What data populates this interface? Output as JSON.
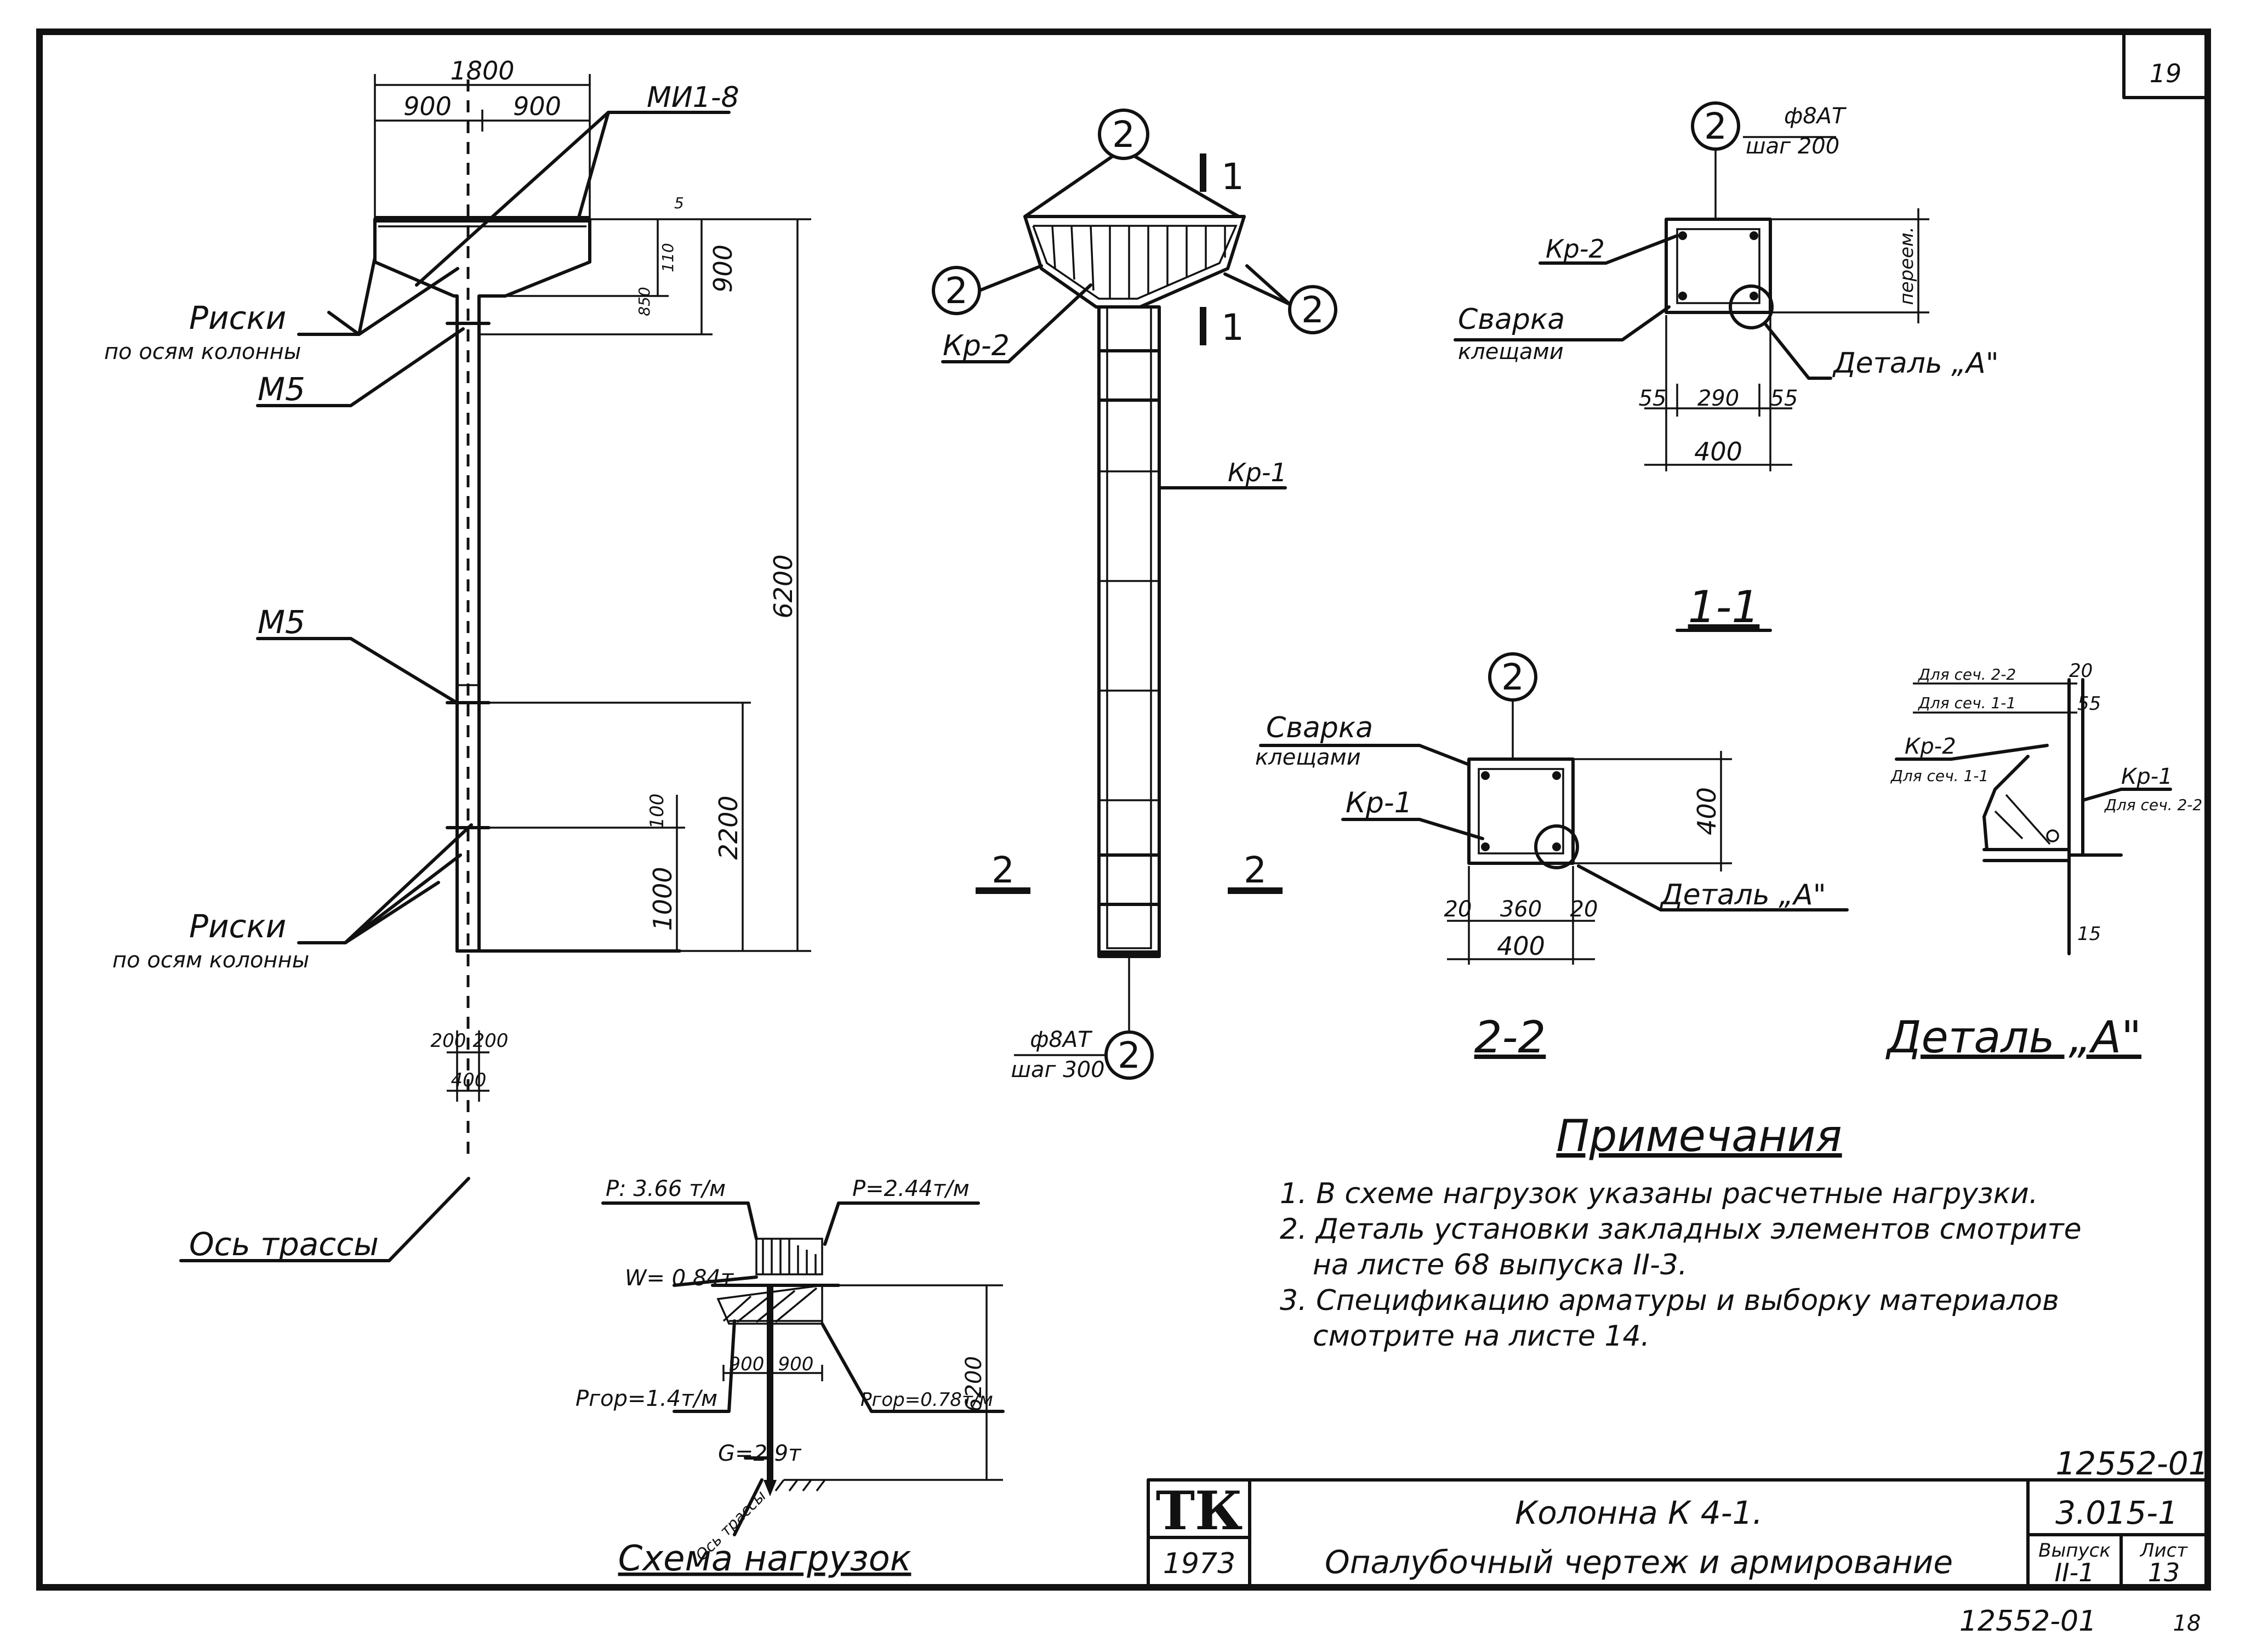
{
  "sheet_number": "19",
  "elevation": {
    "dim_total_width": "1800",
    "dim_half_left": "900",
    "dim_half_right": "900",
    "dim_top_5": "5",
    "dim_110": "110",
    "dim_850": "850",
    "dim_head_height": "900",
    "dim_column_height": "6200",
    "dim_2200": "2200",
    "dim_100": "100",
    "dim_1000": "1000",
    "dim_200_left": "200",
    "dim_200_right": "200",
    "dim_width_400": "400",
    "label_mi18": "МИ1-8",
    "label_riski_top": "Риски",
    "label_riski_top_sub": "по осям колонны",
    "label_m5_top": "М5",
    "label_m5_mid": "М5",
    "label_riski_bottom": "Риски",
    "label_riski_bottom_sub": "по осям колонны",
    "label_os_trassy": "Ось трассы"
  },
  "reinforcement": {
    "marker": "2",
    "section_mark": "1",
    "label_kr2": "Кр-2",
    "label_kr1": "Кр-1",
    "cut_2_left": "2",
    "cut_2_right": "2",
    "bottom_bar": "ф8АТ",
    "bottom_step": "шаг 300"
  },
  "section_11": {
    "title": "1-1",
    "marker": "2",
    "bar": "ф8АТ",
    "step": "шаг 200",
    "label_kr2": "Кр-2",
    "label_svarka": "Сварка",
    "label_kleshchami": "клещами",
    "label_detail": "Деталь „А\"",
    "label_side": "переем.",
    "dim_55_left": "55",
    "dim_290": "290",
    "dim_55_right": "55",
    "dim_400": "400"
  },
  "section_22": {
    "title": "2-2",
    "marker": "2",
    "label_svarka": "Сварка",
    "label_kleshchami": "клещами",
    "label_kr1": "Кр-1",
    "label_detail": "Деталь „А\"",
    "dim_height_400": "400",
    "dim_20_left": "20",
    "dim_360": "360",
    "dim_20_right": "20",
    "dim_400": "400"
  },
  "detail_a": {
    "title": "Деталь „А\"",
    "label_sech22": "Для сеч. 2-2",
    "label_sech11": "Для сеч. 1-1",
    "dim_20": "20",
    "dim_55": "55",
    "label_kr2": "Кр-2",
    "label_kr2_sub": "Для сеч. 1-1",
    "label_kr1": "Кр-1",
    "label_kr1_sub": "Для сеч. 2-2",
    "dim_15": "15"
  },
  "load_scheme": {
    "title": "Схема нагрузок",
    "p_left": "Р: 3.66 т/м",
    "p_right": "Р=2.44т/м",
    "w": "W= 0.84т",
    "pgor_left": "Ргор=1.4т/м",
    "pgor_right": "Ргор=0.78т/м",
    "dim_900_left": "900",
    "dim_900_right": "900",
    "dim_height": "6200",
    "g": "G=2.9т",
    "axis": "Ось трассы"
  },
  "notes": {
    "title": "Примечания",
    "lines": [
      "1. В схеме нагрузок указаны расчетные нагрузки.",
      "2. Деталь установки закладных элементов смотрите",
      "на листе 68 выпуска II-3.",
      "3. Спецификацию арматуры и выборку материалов",
      "смотрите на листе 14."
    ]
  },
  "title_block": {
    "code_above": "12552-01",
    "org": "ТК",
    "year": "1973",
    "title_line1": "Колонна К 4-1.",
    "title_line2": "Опалубочный чертеж и армирование",
    "series": "3.015-1",
    "issue_label": "Выпуск",
    "issue_value": "II-1",
    "sheet_label": "Лист",
    "sheet_value": "13",
    "code_below": "12552-01",
    "corner_mark": "18"
  }
}
